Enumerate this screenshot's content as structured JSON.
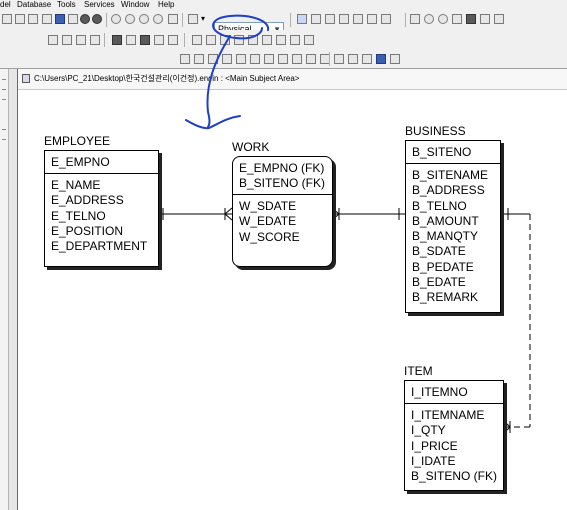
{
  "menubar": [
    "del",
    "Database",
    "Tools",
    "Services",
    "Window",
    "Help"
  ],
  "toolbar": {
    "model_type": "Physical"
  },
  "document": {
    "path": "C:\\Users\\PC_21\\Desktop\\한국건설관리(이건정).erwin : <Main Subject Area>"
  },
  "entities": {
    "employee": {
      "title": "EMPLOYEE",
      "keys": [
        "E_EMPNO"
      ],
      "attributes": [
        "E_NAME",
        "E_ADDRESS",
        "E_TELNO",
        "E_POSITION",
        "E_DEPARTMENT"
      ]
    },
    "work": {
      "title": "WORK",
      "keys": [
        "E_EMPNO (FK)",
        "B_SITENO (FK)"
      ],
      "attributes": [
        "W_SDATE",
        "W_EDATE",
        "W_SCORE"
      ]
    },
    "business": {
      "title": "BUSINESS",
      "keys": [
        "B_SITENO"
      ],
      "attributes": [
        "B_SITENAME",
        "B_ADDRESS",
        "B_TELNO",
        "B_AMOUNT",
        "B_MANQTY",
        "B_SDATE",
        "B_PEDATE",
        "B_EDATE",
        "B_REMARK"
      ]
    },
    "item": {
      "title": "ITEM",
      "keys": [
        "I_ITEMNO"
      ],
      "attributes": [
        "I_ITEMNAME",
        "I_QTY",
        "I_PRICE",
        "I_IDATE",
        "B_SITENO (FK)"
      ]
    }
  },
  "annotation_color": "#1f3fc4"
}
